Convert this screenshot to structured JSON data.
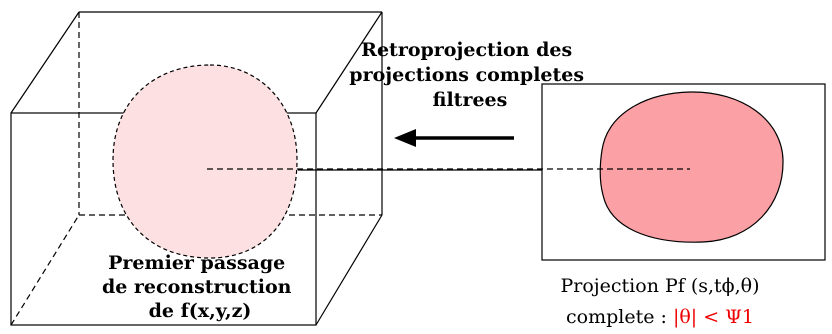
{
  "colors": {
    "line": "#000000",
    "volume_blob_fill": "#fde0e2",
    "projection_blob_fill": "#fba0a4",
    "condition_text": "#ee0000"
  },
  "back_projection_label": {
    "lines": [
      "Retroprojection des",
      "projections completes",
      "filtrees"
    ]
  },
  "reconstruction_label": {
    "lines": [
      "Premier passage",
      "de reconstruction",
      "de f(x,y,z)"
    ]
  },
  "projection_label": {
    "line1": "Projection Pf (s,tϕ,θ)",
    "line2_prefix": "complete : ",
    "line2_condition": "|θ| < Ψ1"
  }
}
